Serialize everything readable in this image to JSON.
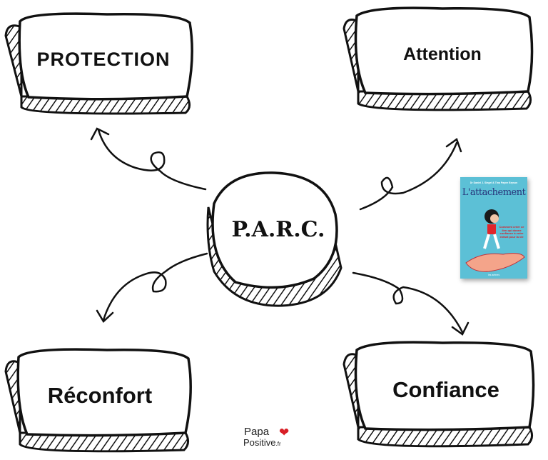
{
  "diagram": {
    "center": "P.A.R.C.",
    "boxes": {
      "top_left": "PROTECTION",
      "top_right": "Attention",
      "bottom_left": "Réconfort",
      "bottom_right": "Confiance"
    }
  },
  "book": {
    "authors": "Dr Daniel J. Siegel & Tina Payne Bryson",
    "title": "L'attachement",
    "subtitle": "Comment créer ce lien qui donne confiance à votre enfant pour la vie",
    "publisher": "les arènes"
  },
  "logo": {
    "line1": "Papa",
    "line2": "Positive",
    "tld": ".fr"
  },
  "colors": {
    "ink": "#111111",
    "book_bg": "#5cc0d6",
    "heart": "#d81f26"
  }
}
